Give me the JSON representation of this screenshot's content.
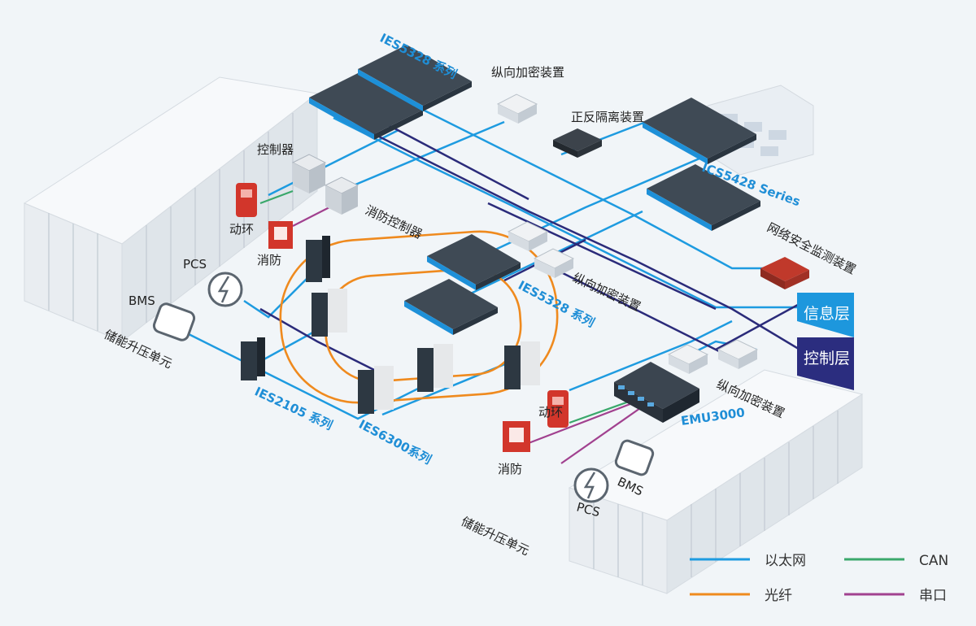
{
  "colors": {
    "ethernet": "#1e9be0",
    "fiber": "#ef8a1e",
    "can": "#3aa86b",
    "serial": "#a1418f",
    "control_line": "#2b2b7a",
    "info_layer": "#1d97dd",
    "control_layer": "#2b2d7f",
    "model_label": "#1f8ed6"
  },
  "labels": {
    "ies5328_top": "IES5328 系列",
    "vertical_encrypt_top": "纵向加密装置",
    "isolation": "正反隔离装置",
    "ics5428": "ICS5428 Series",
    "net_security": "网络安全监测装置",
    "controller": "控制器",
    "fire_controller": "消防控制器",
    "env_left": "动环",
    "fire_left": "消防",
    "pcs_left": "PCS",
    "bms_left": "BMS",
    "unit_left": "储能升压单元",
    "vertical_encrypt_mid": "纵向加密装置",
    "ies5328_mid": "IES5328 系列",
    "ies2105": "IES2105 系列",
    "ies6300": "IES6300系列",
    "vertical_encrypt_right": "纵向加密装置",
    "emu3000": "EMU3000",
    "env_right": "动环",
    "fire_right": "消防",
    "bms_right": "BMS",
    "pcs_right": "PCS",
    "unit_right": "储能升压单元"
  },
  "layers": {
    "info": "信息层",
    "control": "控制层"
  },
  "legend": {
    "ethernet": "以太网",
    "can": "CAN",
    "fiber": "光纤",
    "serial": "串口"
  }
}
